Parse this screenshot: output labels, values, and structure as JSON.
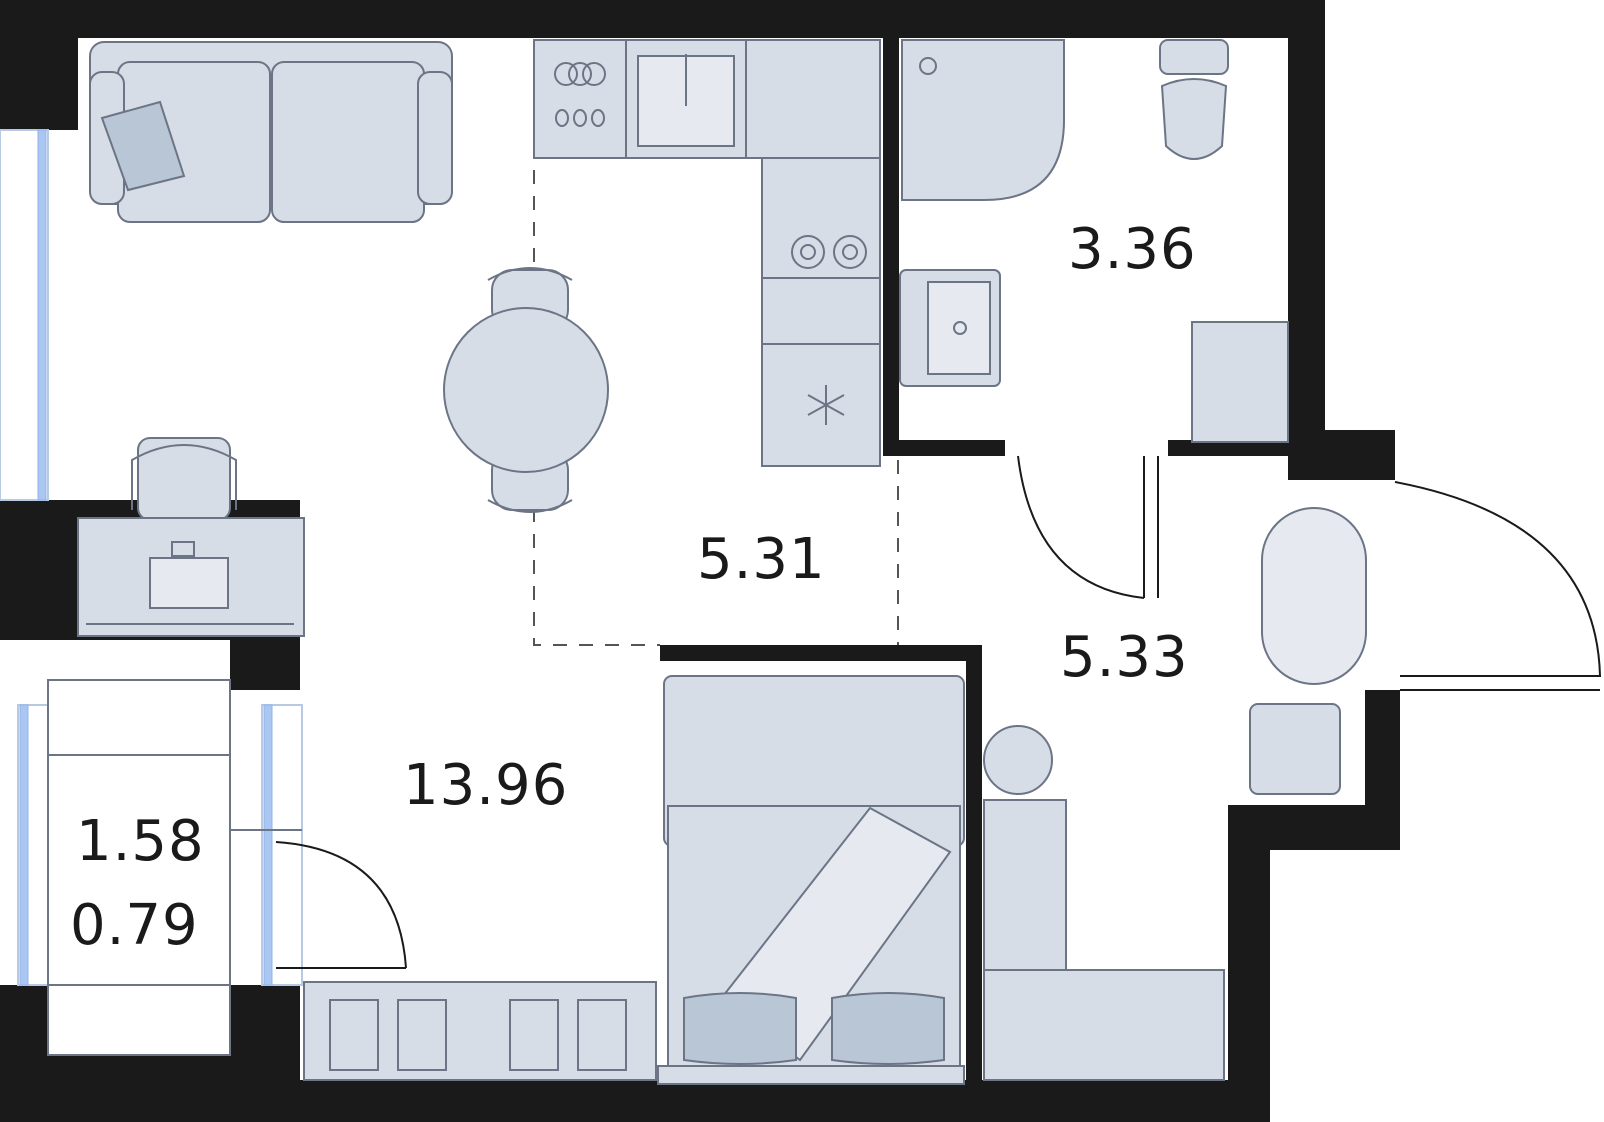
{
  "rooms": {
    "living": "13.96",
    "kitchen": "5.31",
    "bathroom": "3.36",
    "hall": "5.33",
    "balcony_total": "1.58",
    "balcony_reduced": "0.79"
  },
  "colors": {
    "wall": "#1a1a1a",
    "furniture": "#d7dde6",
    "furniture_stroke": "#6b7586",
    "window": "#a9c7f2"
  }
}
